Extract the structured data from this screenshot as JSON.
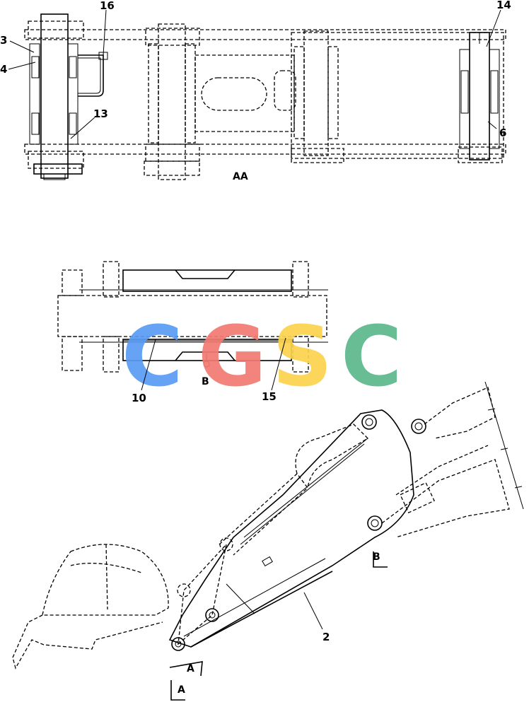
{
  "view_labels": {
    "section_aa": "AA"
  },
  "part_labels": {
    "p16": "16",
    "p3": "3",
    "p4": "4",
    "p13": "13",
    "p14": "14",
    "p6": "6",
    "p10": "10",
    "p15": "15",
    "p2": "2"
  },
  "section_markers": {
    "b_mid": "B",
    "b_boom": "B",
    "a_upper": "A",
    "a_lower": "A"
  },
  "watermark": {
    "letters": [
      "C",
      "G",
      "S",
      "C"
    ],
    "colors": [
      "#5b9cf5",
      "#f27a72",
      "#fbd34d",
      "#5cb88d"
    ]
  }
}
